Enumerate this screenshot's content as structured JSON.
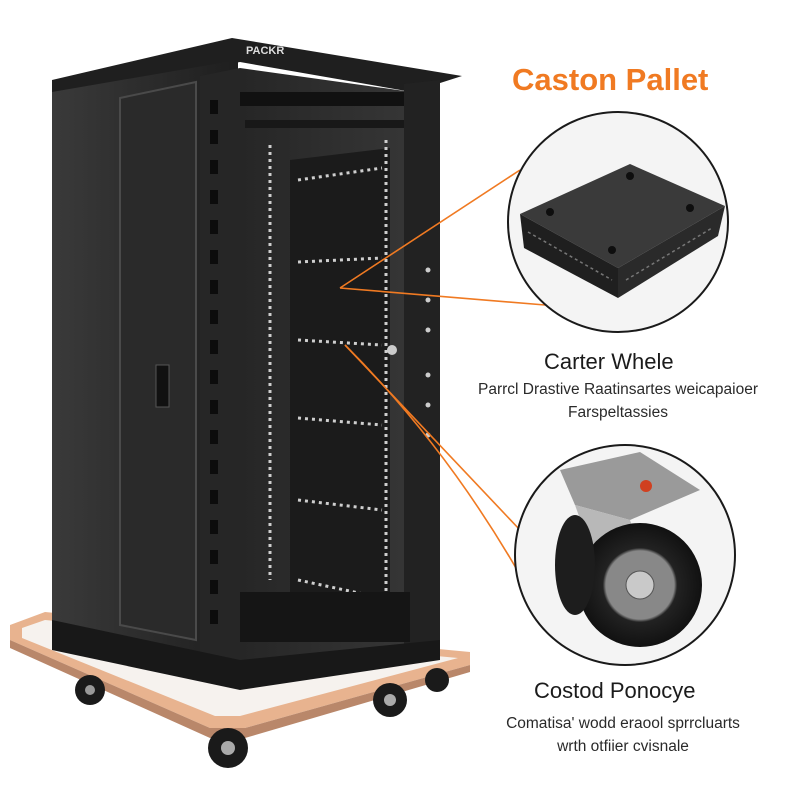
{
  "cabinet": {
    "brand_plate": "PACKR"
  },
  "callouts": {
    "title": "Caston Pallet",
    "section1": {
      "title": "Carter Whele",
      "line1": "Parrcl Drastive Raatinsartes weicapaioer",
      "line2": "Farspeltassies"
    },
    "section2": {
      "title": "Costod Ponocye",
      "line1": "Comatisa' wodd eraool sprrclu​arts",
      "line2": "wrth otfiier cvisnale"
    }
  },
  "colors": {
    "accent": "#f07a22",
    "cabinet": "#2b2b2b",
    "pallet_wood": "#e8b38f"
  },
  "icons": [
    "rack-cabinet-image",
    "pallet-pad-image",
    "caster-wheel-image"
  ]
}
